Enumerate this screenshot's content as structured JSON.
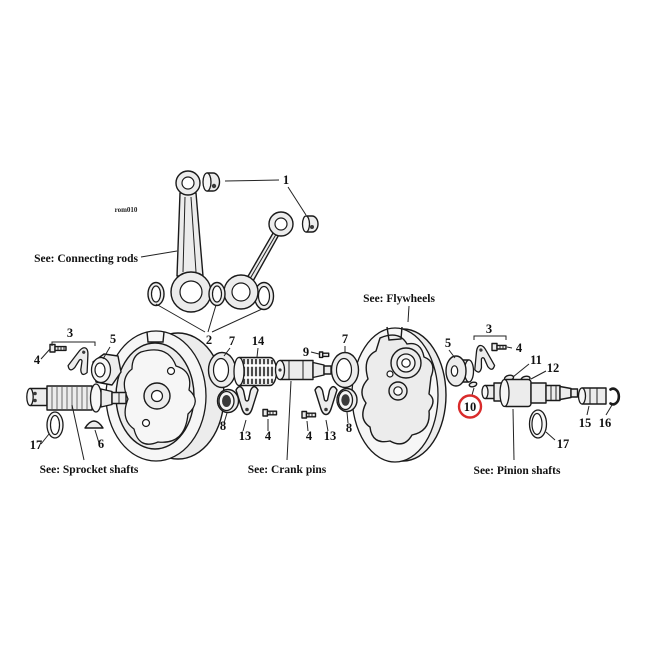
{
  "diagram": {
    "watermark": "rom010",
    "see_labels": {
      "connecting_rods": "See: Connecting rods",
      "flywheels": "See: Flywheels",
      "sprocket_shafts": "See: Sprocket shafts",
      "crank_pins": "See: Crank pins",
      "pinion_shafts": "See: Pinion shafts"
    },
    "callouts": {
      "n1": "1",
      "n2": "2",
      "n3": "3",
      "n4": "4",
      "n5": "5",
      "n6": "6",
      "n7": "7",
      "n8": "8",
      "n9": "9",
      "n10": "10",
      "n11": "11",
      "n12": "12",
      "n13": "13",
      "n14": "14",
      "n15": "15",
      "n16": "16",
      "n17": "17"
    },
    "highlight": {
      "circled_part": "10",
      "color": "#d92b2b"
    },
    "colors": {
      "line": "#1a1a1a",
      "part_fill": "#ececec",
      "background": "#ffffff"
    }
  }
}
